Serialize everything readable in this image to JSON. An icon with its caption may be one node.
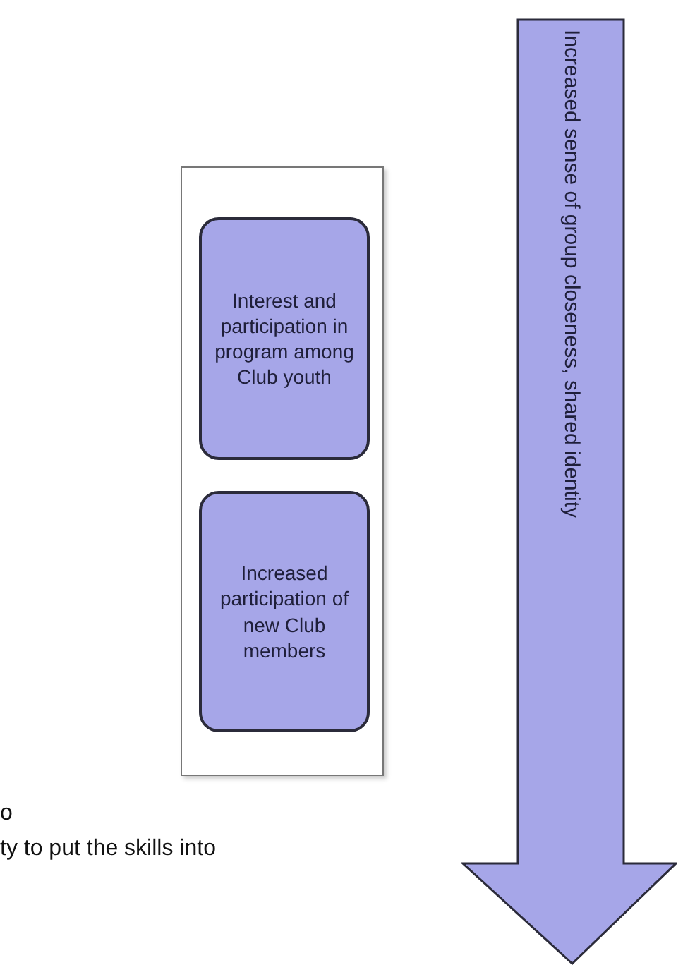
{
  "diagram": {
    "nodes": [
      {
        "text": [],
        "shape": "box"
      },
      {
        "text": [
          "Interest and participation  in program among Club youth"
        ],
        "in": 0
      },
      {
        "text": [
          "Increased participation of new Club members"
        ],
        "in": 0
      },
      {
        "text": [
          "Increased sense of group closeness, shared identity"
        ]
      }
    ],
    "labels": [
      "o",
      "ty to put the skills into"
    ]
  }
}
